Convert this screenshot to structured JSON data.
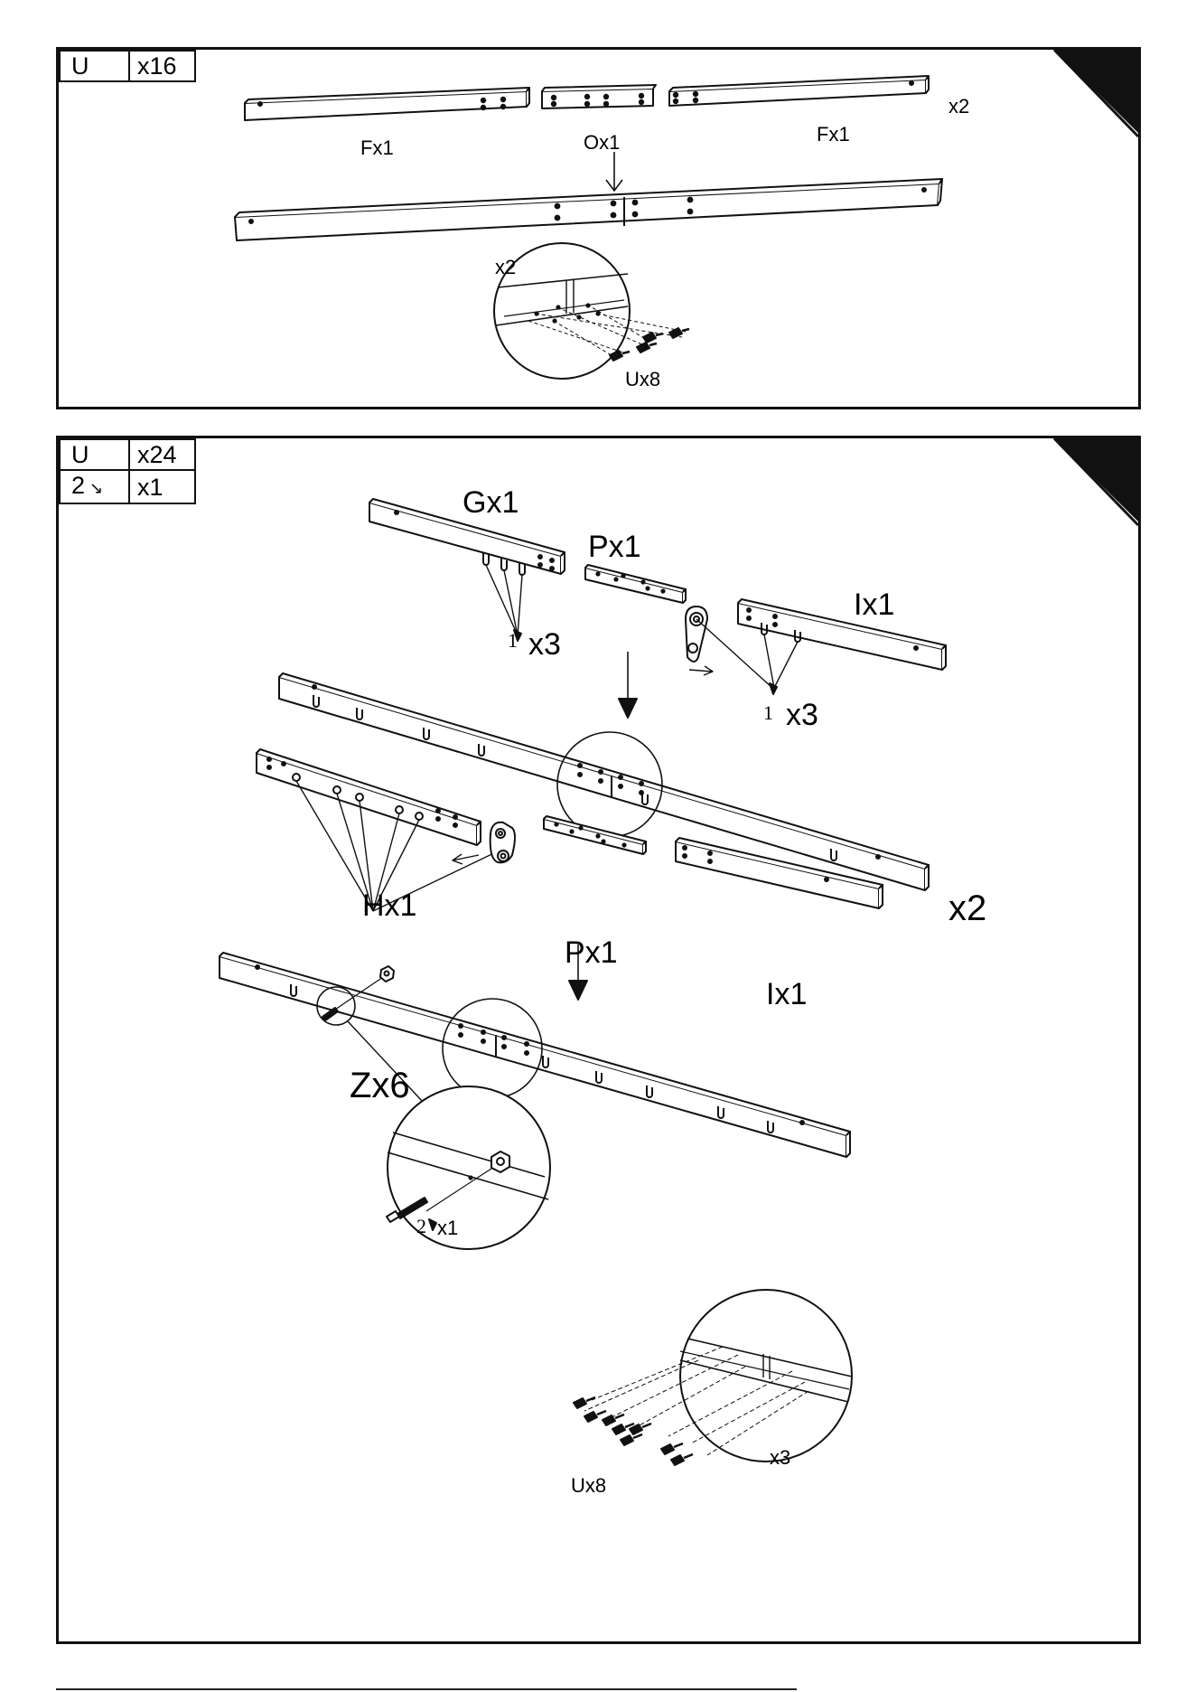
{
  "panels": [
    {
      "parts_table": [
        {
          "code": "U",
          "qty": "x16"
        }
      ],
      "labels": {
        "part_f_left": "Fx1",
        "part_o": "Ox1",
        "part_f_right": "Fx1",
        "repeat_top": "x2",
        "detail_repeat": "x2",
        "screws": "Ux8"
      }
    },
    {
      "parts_table": [
        {
          "code": "U",
          "qty": "x24"
        },
        {
          "code": "2",
          "qty": "x1"
        }
      ],
      "labels": {
        "part_g": "Gx1",
        "part_p_top": "Px1",
        "part_i_top": "Ix1",
        "hooks_g_num": "1",
        "hooks_g": "x3",
        "hooks_i_num": "1",
        "hooks_i": "x3",
        "repeat_assembly": "x2",
        "part_h": "Hx1",
        "part_p_bottom": "Px1",
        "part_i_bottom": "Ix1",
        "eyelets": "Zx6",
        "bolt_num": "2",
        "bolt": "x1",
        "detail_repeat": "x3",
        "screws": "Ux8"
      }
    }
  ],
  "icons": {
    "corner": "page-corner-triangle-icon",
    "screw": "screw-icon",
    "hook": "hook-icon",
    "bolt": "bolt-icon",
    "nut": "nut-icon",
    "bracket": "eyelet-bracket-icon"
  },
  "colors": {
    "ink": "#111111",
    "paper": "#ffffff"
  }
}
